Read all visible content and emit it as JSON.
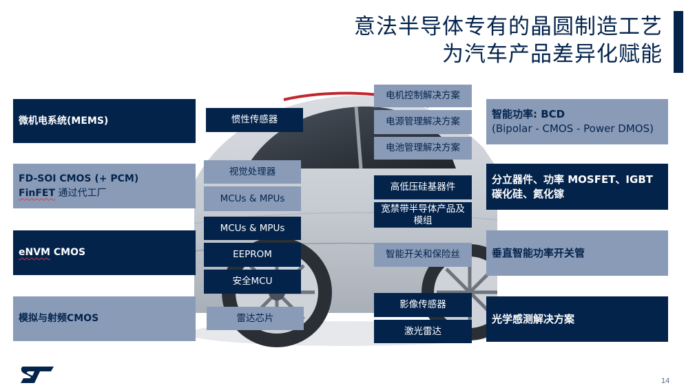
{
  "title": {
    "line1": "意法半导体专有的晶圆制造工艺",
    "line2": "为汽车产品差异化赋能"
  },
  "left": {
    "mems": "微机电系统(MEMS)",
    "fdsoi_line1": "FD-SOI CMOS (+ PCM)",
    "fdsoi_line2_a": "FinFET",
    "fdsoi_line2_b": " 通过代工厂",
    "envm_a": "eNVM",
    "envm_b": " CMOS",
    "analog_rf": "模拟与射频CMOS"
  },
  "center_left": {
    "inertial": "惯性传感器",
    "vision": "视觉处理器",
    "mcus1": "MCUs & MPUs",
    "mcus2": "MCUs & MPUs",
    "eeprom": "EEPROM",
    "secure_mcu": "安全MCU",
    "radar": "雷达芯片"
  },
  "center_right": {
    "motor": "电机控制解决方案",
    "power_mgmt": "电源管理解决方案",
    "battery": "电池管理解决方案",
    "hv": "高低压硅基器件",
    "wbg": "宽禁带半导体产品及模组",
    "smart_switch": "智能开关和保险丝",
    "image_sensor": "影像传感器",
    "lidar": "激光雷达"
  },
  "right": {
    "bcd_line1": "智能功率: BCD",
    "bcd_line2": "(Bipolar - CMOS - Power DMOS)",
    "discrete_line1": "分立器件、功率 MOSFET、IGBT",
    "discrete_line2": "碳化硅、氮化镓",
    "vertical": "垂直智能功率开关管",
    "optical": "光学感测解决方案"
  },
  "footer": {
    "logo_icon": "st-logo",
    "page_number": "14"
  },
  "colors": {
    "navy": "#03234b",
    "slate": "#8a9bb8"
  }
}
